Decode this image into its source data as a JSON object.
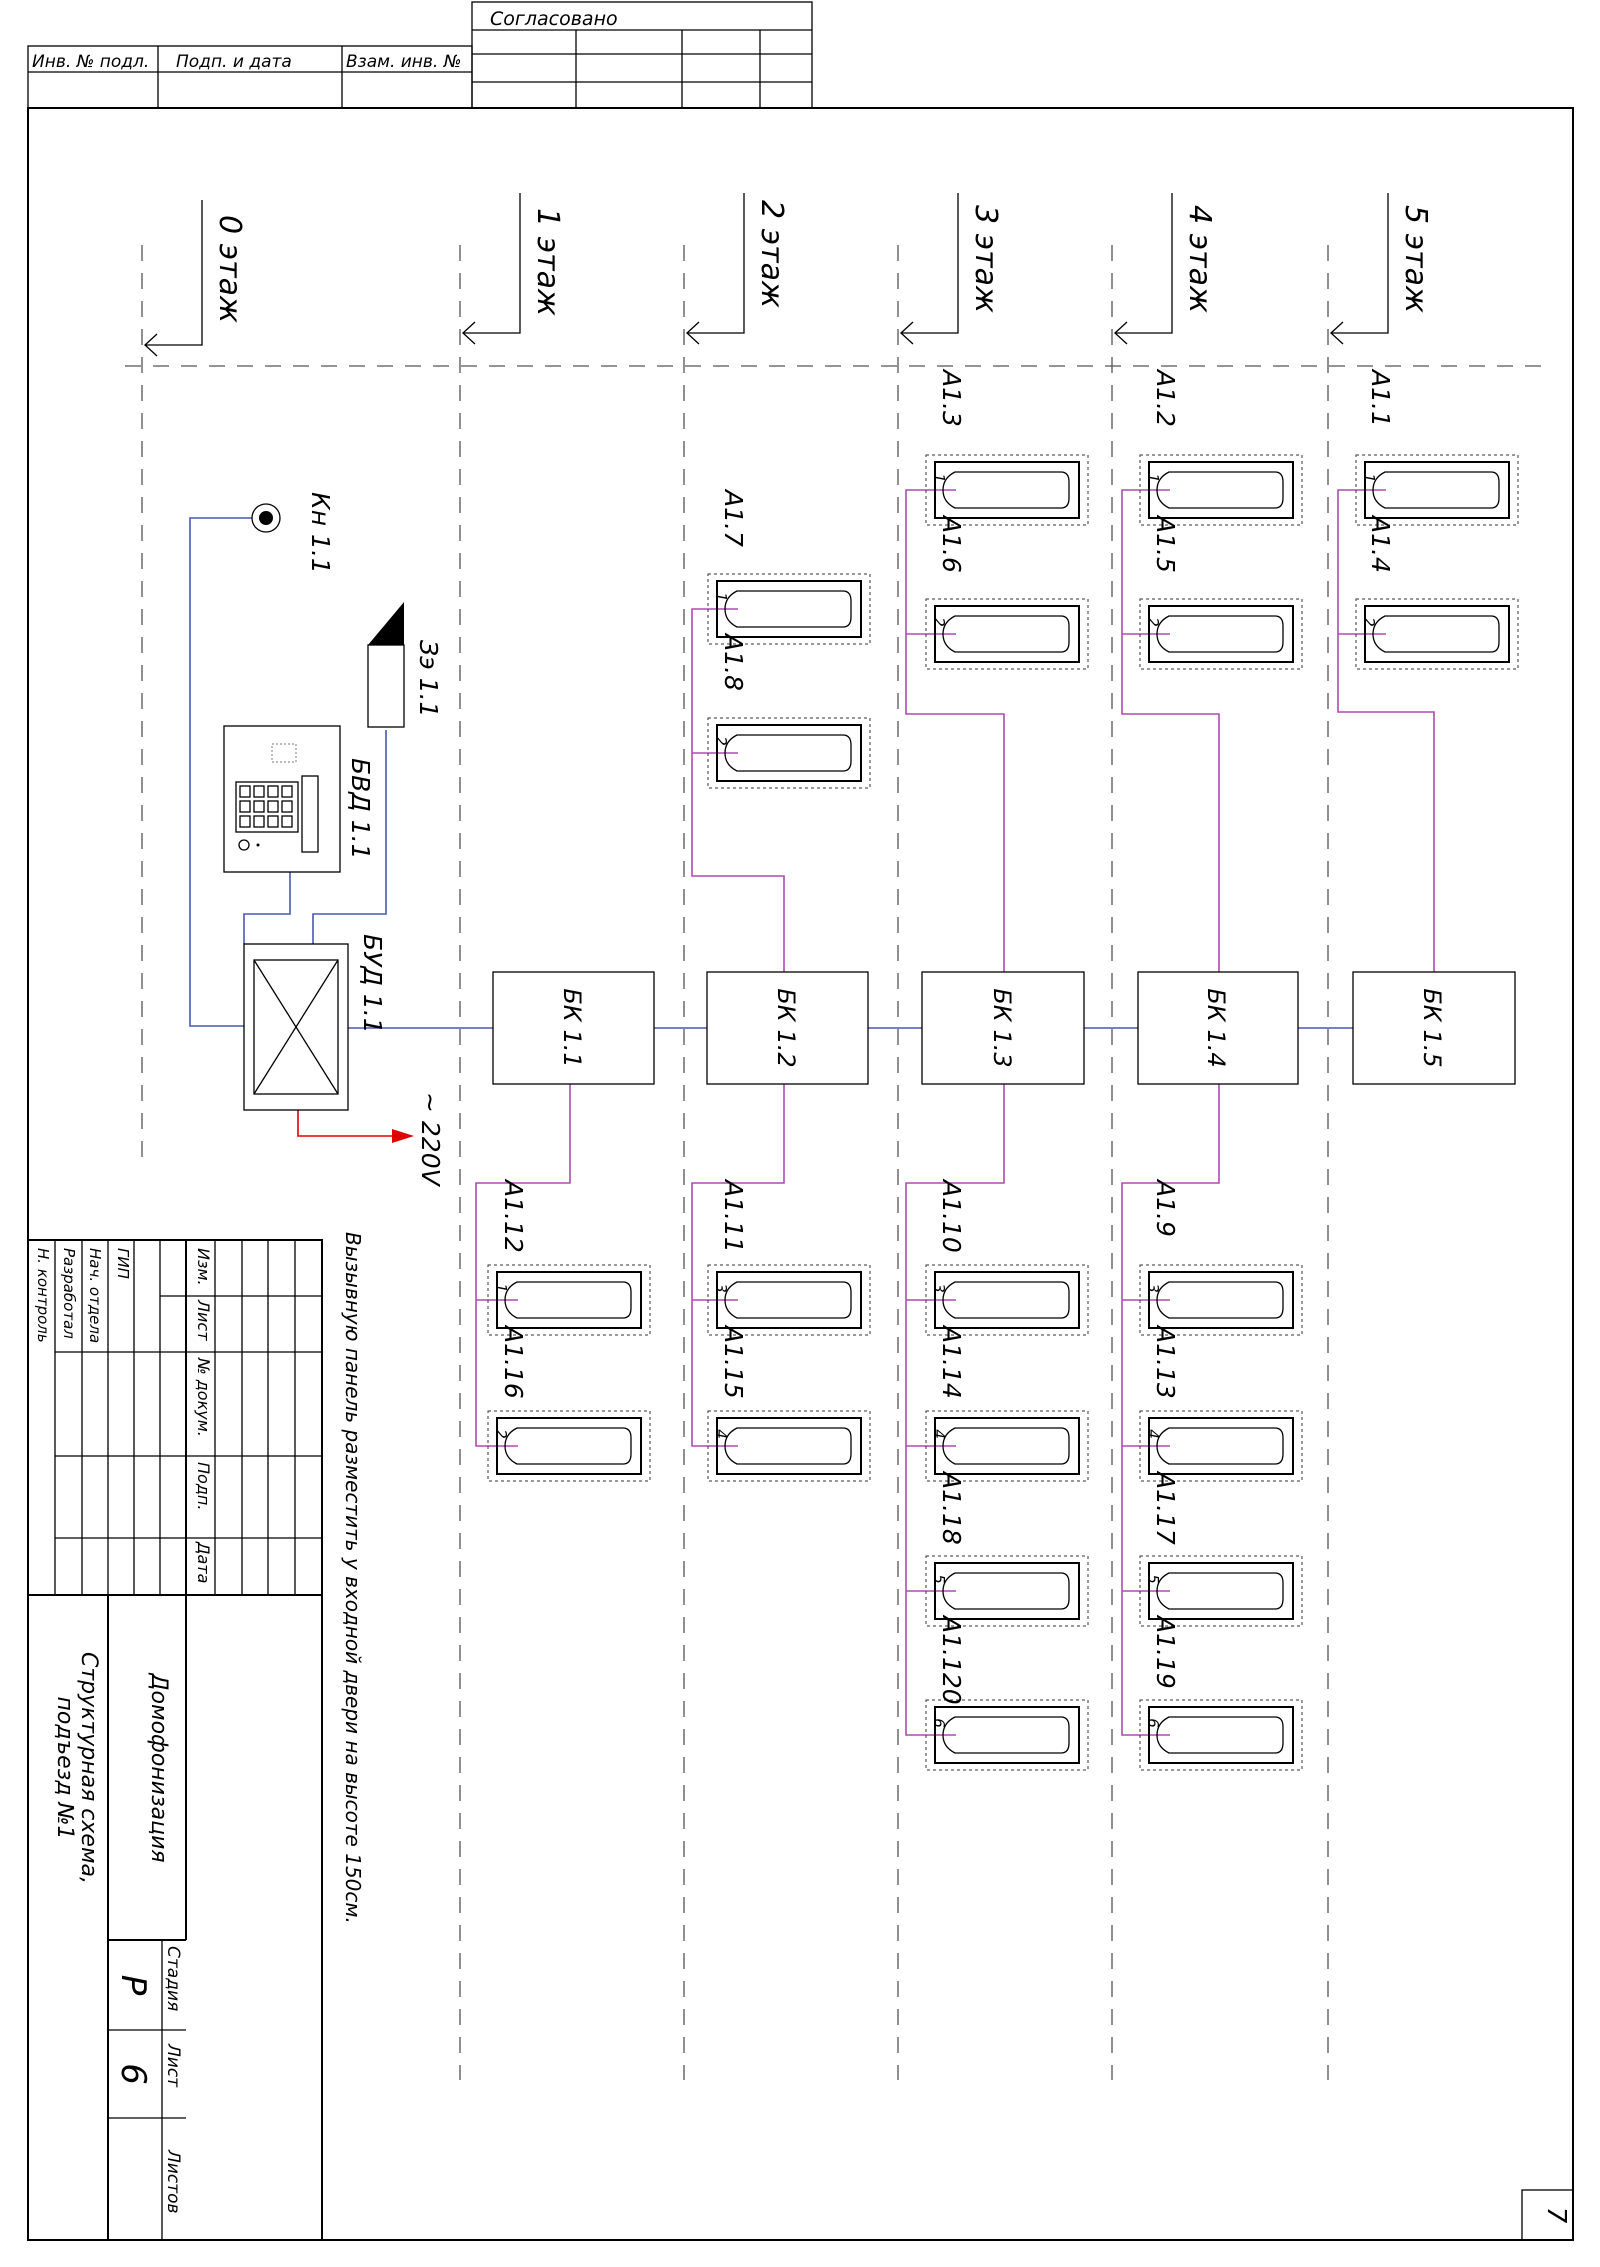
{
  "stamp": {
    "agreed": "Согласовано",
    "inv_no": "Инв. № подл.",
    "sign_date": "Подп. и дата",
    "replace_inv": "Взам. инв. №"
  },
  "floors": [
    "0 этаж",
    "1 этаж",
    "2 этаж",
    "3 этаж",
    "4 этаж",
    "5 этаж"
  ],
  "main_unit": {
    "label": "БУД 1.1"
  },
  "call_panel": {
    "label": "БВД 1.1"
  },
  "lock": {
    "label": "Зэ 1.1"
  },
  "exit_button": {
    "label": "Кн 1.1"
  },
  "power": {
    "label": "~ 220V"
  },
  "switch_blocks": [
    "БК 1.1",
    "БК 1.2",
    "БК 1.3",
    "БК 1.4",
    "БК 1.5"
  ],
  "handsets": [
    {
      "label": "А1.1",
      "port": "1"
    },
    {
      "label": "А1.2",
      "port": "1"
    },
    {
      "label": "А1.3",
      "port": "1"
    },
    {
      "label": "А1.4",
      "port": "2"
    },
    {
      "label": "А1.5",
      "port": "2"
    },
    {
      "label": "А1.6",
      "port": "2"
    },
    {
      "label": "А1.7",
      "port": "1"
    },
    {
      "label": "А1.8",
      "port": "2"
    },
    {
      "label": "А1.9",
      "port": "3"
    },
    {
      "label": "А1.10",
      "port": "3"
    },
    {
      "label": "А1.11",
      "port": "3"
    },
    {
      "label": "А1.12",
      "port": "1"
    },
    {
      "label": "А1.13",
      "port": "4"
    },
    {
      "label": "А1.14",
      "port": "4"
    },
    {
      "label": "А1.15",
      "port": "4"
    },
    {
      "label": "А1.16",
      "port": "2"
    },
    {
      "label": "А1.17",
      "port": "5"
    },
    {
      "label": "А1.18",
      "port": "5"
    },
    {
      "label": "А1.19",
      "port": "6"
    },
    {
      "label": "А1.120",
      "port": "6"
    }
  ],
  "note": "Вызывную панель разместить у входной двери на высоте 150см.",
  "title_block": {
    "columns": [
      "Изм.",
      "Лист",
      "№ докум.",
      "Подп.",
      "Дата"
    ],
    "roles": [
      "ГИП",
      "Нач. отдела",
      "Разработал",
      "Н. контроль"
    ],
    "project": "Домофонизация",
    "title_line1": "Структурная схема,",
    "title_line2": "подъезд №1",
    "stage_label": "Стадия",
    "stage": "Р",
    "sheet_label": "Лист",
    "sheet": "6",
    "sheets_label": "Листов",
    "sheets": ""
  },
  "page_number": "7"
}
